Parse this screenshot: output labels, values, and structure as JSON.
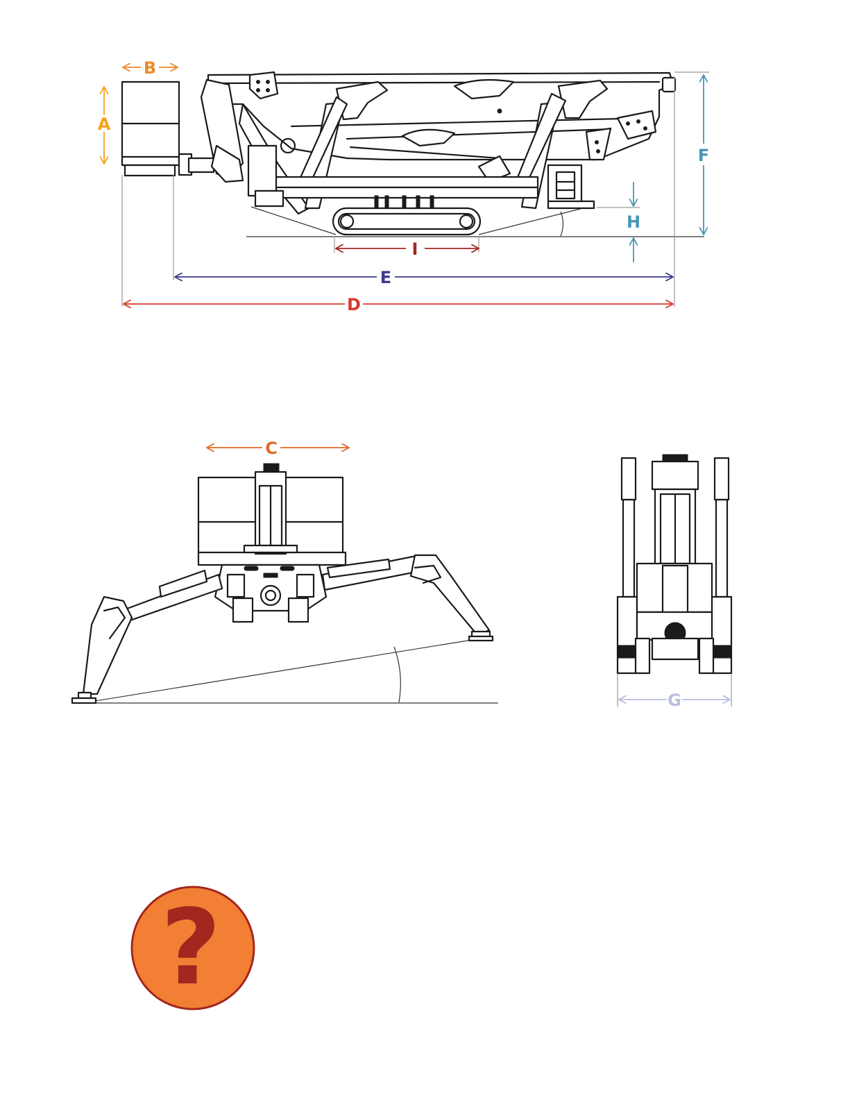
{
  "colors": {
    "A": "#f5a31a",
    "B": "#ee8a2a",
    "C": "#e06a25",
    "D": "#d63a2e",
    "E": "#3d3a91",
    "F": "#4a96b8",
    "G": "#b9bede",
    "H": "#4a96b8",
    "I": "#a3271f",
    "help_fill": "#f27f33",
    "help_ring": "#a3271f",
    "help_glyph": "#a3271f"
  },
  "dimensions": {
    "A": "A",
    "B": "B",
    "C": "C",
    "D": "D",
    "E": "E",
    "F": "F",
    "G": "G",
    "H": "H",
    "I": "I"
  },
  "help": {
    "glyph": "?",
    "icon": "question-icon"
  }
}
